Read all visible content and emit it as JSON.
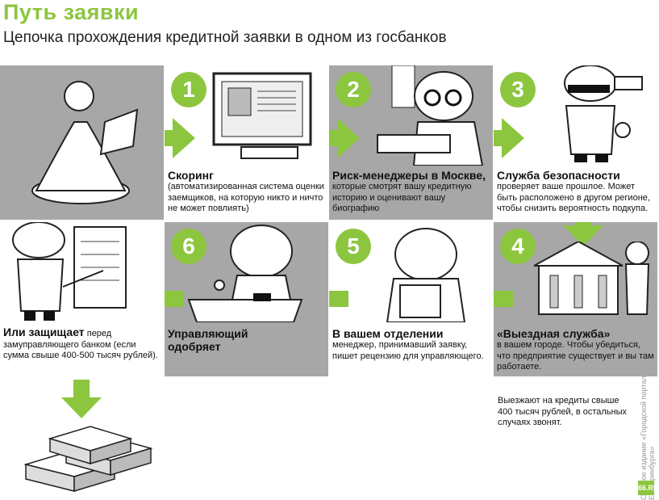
{
  "title": "Путь заявки",
  "subtitle": "Цепочка прохождения кредитной заявки в одном из госбанков",
  "colors": {
    "accent": "#8cc63f",
    "gray": "#a7a7a7"
  },
  "steps": [
    {
      "num": "1",
      "head": "Скоринг",
      "body": "(автоматизированная система оценки заемщиков, на которую никто и ничто не может повлиять)"
    },
    {
      "num": "2",
      "head": "Риск-менеджеры в Москве,",
      "body": "которые смотрят вашу кредитную историю и оценивают вашу биографию"
    },
    {
      "num": "3",
      "head": "Служба безопасности",
      "body": "проверяет ваше прошлое. Может быть расположено в другом регионе, чтобы снизить вероятность подкупа."
    },
    {
      "num": "4",
      "head": "«Выездная служба»",
      "body": "в вашем городе. Чтобы убедиться, что предприятие существует и вы там работаете.",
      "note": "Выезжают на кредиты свыше 400 тысяч рублей, в остальных случаях звонят."
    },
    {
      "num": "5",
      "head": "В вашем отделении",
      "body": "менеджер, принимавший заявку, пишет рецензию для управляющего."
    },
    {
      "num": "6",
      "head": "Управляющий одобряет",
      "body": ""
    },
    {
      "num": "",
      "head": "Или защищает",
      "head_tail": "перед",
      "body": "замуправляющего банком (если сумма свыше 400-500 тысяч рублей)."
    }
  ],
  "credit": "Сетевое издание «Городской портал Екатеринбурга»",
  "logo": "66.RU"
}
